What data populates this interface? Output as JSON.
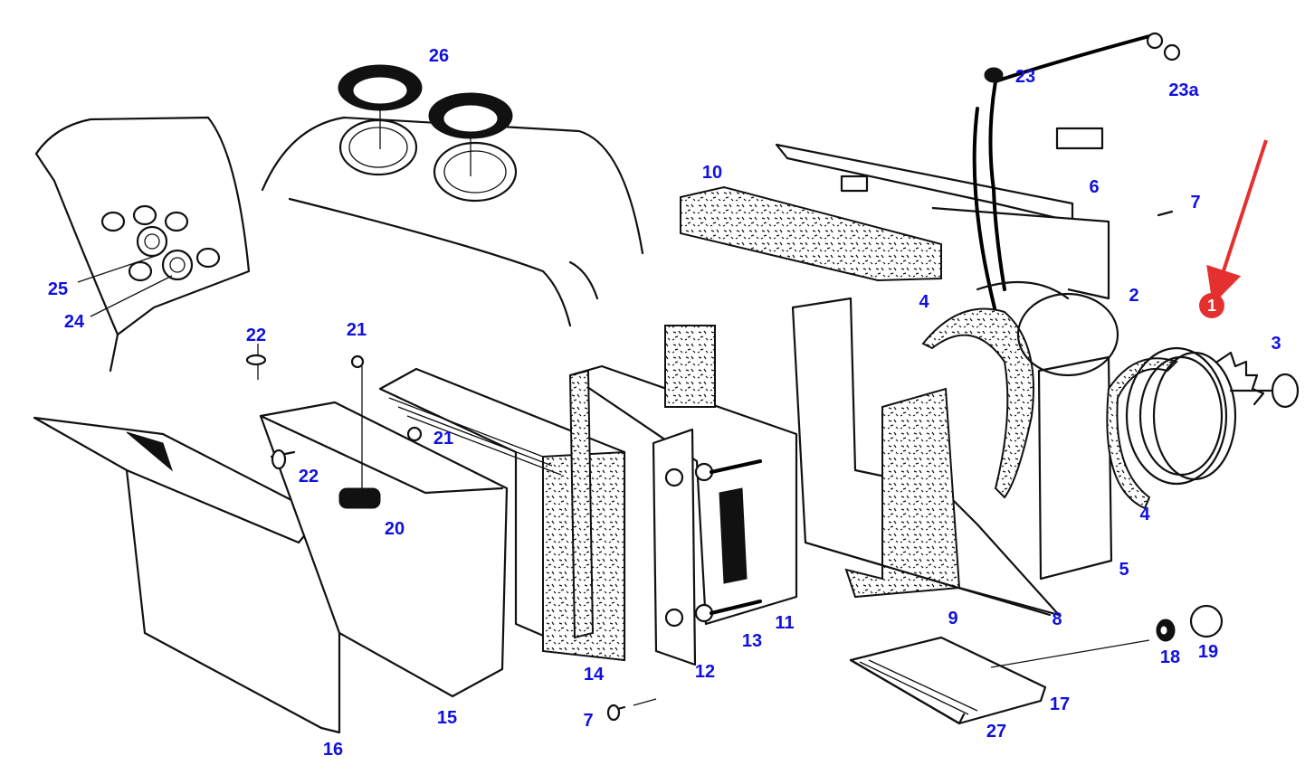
{
  "diagram": {
    "type": "exploded-parts-diagram",
    "subject": "cab heater / ventilation unit assembly",
    "label_color": "#1010e0",
    "highlight_color": "#e53030",
    "highlighted_part": "1",
    "callout": {
      "text": "1",
      "pointer": "red-arrow"
    },
    "part_labels": [
      {
        "id": "p1",
        "text": "2"
      },
      {
        "id": "p2",
        "text": "3"
      },
      {
        "id": "p3",
        "text": "4"
      },
      {
        "id": "p4",
        "text": "4"
      },
      {
        "id": "p5",
        "text": "5"
      },
      {
        "id": "p6",
        "text": "6"
      },
      {
        "id": "p7",
        "text": "7"
      },
      {
        "id": "p8",
        "text": "7"
      },
      {
        "id": "p9",
        "text": "8"
      },
      {
        "id": "p10",
        "text": "9"
      },
      {
        "id": "p11",
        "text": "10"
      },
      {
        "id": "p12",
        "text": "11"
      },
      {
        "id": "p13",
        "text": "12"
      },
      {
        "id": "p14",
        "text": "13"
      },
      {
        "id": "p15",
        "text": "14"
      },
      {
        "id": "p16",
        "text": "15"
      },
      {
        "id": "p17",
        "text": "16"
      },
      {
        "id": "p18",
        "text": "17"
      },
      {
        "id": "p19",
        "text": "18"
      },
      {
        "id": "p20",
        "text": "19"
      },
      {
        "id": "p21",
        "text": "20"
      },
      {
        "id": "p22",
        "text": "21"
      },
      {
        "id": "p23",
        "text": "21"
      },
      {
        "id": "p24",
        "text": "22"
      },
      {
        "id": "p25",
        "text": "22"
      },
      {
        "id": "p26",
        "text": "23"
      },
      {
        "id": "p27",
        "text": "23a"
      },
      {
        "id": "p28",
        "text": "24"
      },
      {
        "id": "p29",
        "text": "25"
      },
      {
        "id": "p30",
        "text": "26"
      },
      {
        "id": "p31",
        "text": "27"
      }
    ]
  }
}
